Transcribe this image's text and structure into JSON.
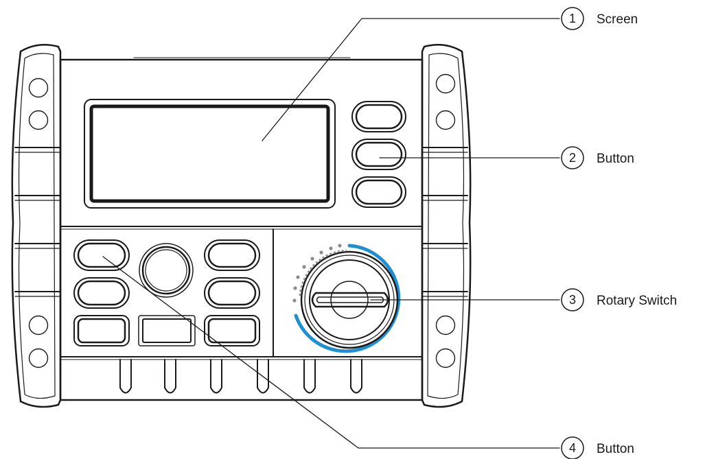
{
  "callouts": [
    {
      "number": "1",
      "label": "Screen"
    },
    {
      "number": "2",
      "label": "Button"
    },
    {
      "number": "3",
      "label": "Rotary Switch"
    },
    {
      "number": "4",
      "label": "Button"
    }
  ],
  "colors": {
    "outline": "#1a1a1a",
    "dial_ring": "#1e8fd0",
    "dial_ticks": "#8c8c8c"
  }
}
